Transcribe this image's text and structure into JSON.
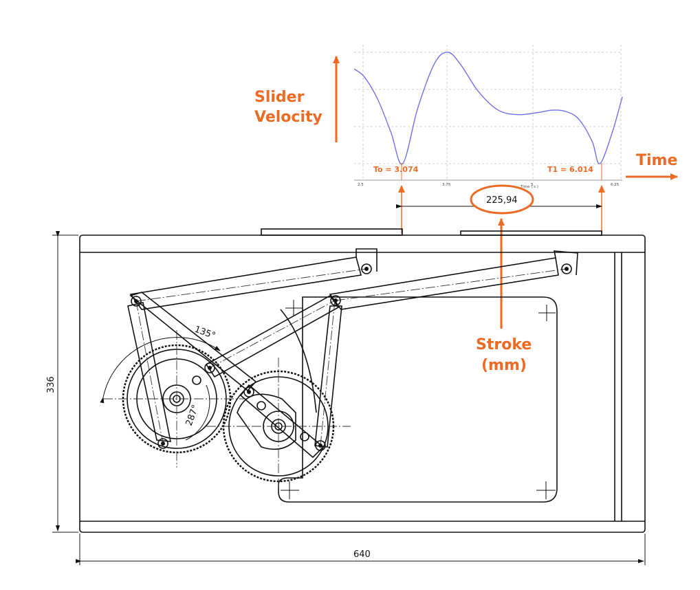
{
  "labels": {
    "slider_velocity_1": "Slider",
    "slider_velocity_2": "Velocity",
    "time": "Time",
    "stroke_1": "Stroke",
    "stroke_2": "(mm)"
  },
  "dimensions": {
    "width": "640",
    "height": "336",
    "stroke_value": "225,94",
    "angle_a": "135°",
    "angle_b": "287°"
  },
  "colors": {
    "accent": "#ec6b24",
    "curve": "#7070e8"
  },
  "chart_data": {
    "type": "line",
    "title": "",
    "xlabel": "Time ( s )",
    "ylabel": "",
    "x_ticks": [
      "2.5",
      "3.75",
      "5",
      "6.25"
    ],
    "xlim": [
      2.35,
      6.35
    ],
    "ylim": [
      0,
      1
    ],
    "grid": true,
    "annotations": [
      {
        "text": "To = 3.074",
        "x": 3.074,
        "y": 0.0
      },
      {
        "text": "T1 = 6.014",
        "x": 6.014,
        "y": 0.0
      }
    ],
    "series": [
      {
        "values_x": [
          2.35,
          2.5,
          2.7,
          2.9,
          3.074,
          3.3,
          3.55,
          3.75,
          3.95,
          4.2,
          4.5,
          4.8,
          5.1,
          5.3,
          5.5,
          5.7,
          5.9,
          6.014,
          6.2,
          6.35
        ],
        "values_y": [
          0.85,
          0.78,
          0.58,
          0.28,
          0.0,
          0.5,
          0.9,
          1.0,
          0.88,
          0.65,
          0.48,
          0.44,
          0.46,
          0.48,
          0.47,
          0.4,
          0.2,
          0.0,
          0.28,
          0.6
        ]
      }
    ]
  }
}
